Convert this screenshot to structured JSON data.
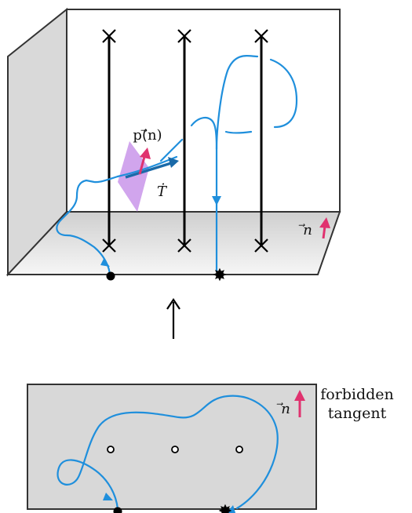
{
  "labels": {
    "normal": "⃗n",
    "projection": "p(⃗n)",
    "tangent": "Ṫ",
    "normal_bottom": "⃗n",
    "forbidden_line1": "forbidden",
    "forbidden_line2": "tangent"
  },
  "colors": {
    "curve": "#1f8fdc",
    "curve_dark": "#1a6aa8",
    "normal_arrow": "#e0326f",
    "plane": "#c58ee8",
    "wall": "#d8d8d8",
    "floor": "#e6e6e6",
    "strand": "#000000"
  },
  "icons": {
    "arrow": "up-arrow-icon",
    "start": "filled-dot-icon",
    "end": "star-burst-icon",
    "puncture": "open-circle-icon",
    "endpoint": "x-mark-icon"
  }
}
